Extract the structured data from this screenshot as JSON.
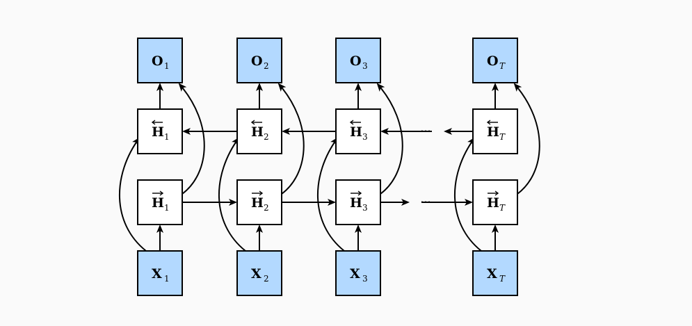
{
  "colors": {
    "io_fill": "#b3d9ff",
    "hidden_fill": "#ffffff",
    "stroke": "#000000",
    "background": "#fafafa"
  },
  "columns": [
    {
      "output": {
        "letter": "O",
        "sub": "1"
      },
      "backward": {
        "letter": "H",
        "sub": "1"
      },
      "forward": {
        "letter": "H",
        "sub": "1"
      },
      "input": {
        "letter": "X",
        "sub": "1"
      }
    },
    {
      "output": {
        "letter": "O",
        "sub": "2"
      },
      "backward": {
        "letter": "H",
        "sub": "2"
      },
      "forward": {
        "letter": "H",
        "sub": "2"
      },
      "input": {
        "letter": "X",
        "sub": "2"
      }
    },
    {
      "output": {
        "letter": "O",
        "sub": "3"
      },
      "backward": {
        "letter": "H",
        "sub": "3"
      },
      "forward": {
        "letter": "H",
        "sub": "3"
      },
      "input": {
        "letter": "X",
        "sub": "3"
      }
    },
    {
      "output": {
        "letter": "O",
        "sub": "T"
      },
      "backward": {
        "letter": "H",
        "sub": "T"
      },
      "forward": {
        "letter": "H",
        "sub": "T"
      },
      "input": {
        "letter": "X",
        "sub": "T"
      }
    }
  ],
  "ellipsis": "···"
}
